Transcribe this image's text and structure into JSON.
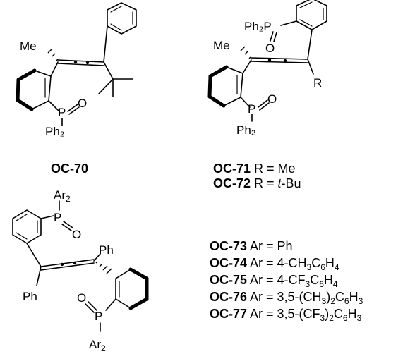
{
  "oc70": {
    "me": "Me",
    "p": "P",
    "o": "O",
    "ph2": "Ph₂",
    "id": "OC-70"
  },
  "oc71": {
    "ph2p": "Ph₂P",
    "o": "O",
    "r": "R",
    "me": "Me",
    "p": "P",
    "ph2": "Ph₂",
    "id71": "OC-71",
    "r71": " R = Me",
    "id72": "OC-72",
    "r72pre": " R = ",
    "r72it": "t",
    "r72post": "-Bu"
  },
  "oc73": {
    "p": "P",
    "o": "O",
    "ar": "Ar",
    "two": "2",
    "ph": "Ph"
  },
  "captions": [
    {
      "id": "OC-73",
      "ar": " Ar = Ph"
    },
    {
      "id": "OC-74",
      "a": " Ar = 4-CH",
      "s1": "3",
      "b": "C",
      "s2": "6",
      "c": "H",
      "s3": "4"
    },
    {
      "id": "OC-75",
      "a": " Ar = 4-CF",
      "s1": "3",
      "b": "C",
      "s2": "6",
      "c": "H",
      "s3": "4"
    },
    {
      "id": "OC-76",
      "a": " Ar = 3,5-(CH",
      "s1": "3",
      "b": ")",
      "s2": "2",
      "c": "C",
      "s3": "6",
      "d": "H",
      "s4": "3"
    },
    {
      "id": "OC-77",
      "a": " Ar = 3,5-(CF",
      "s1": "3",
      "b": ")",
      "s2": "2",
      "c": "C",
      "s3": "6",
      "d": "H",
      "s4": "3"
    }
  ]
}
